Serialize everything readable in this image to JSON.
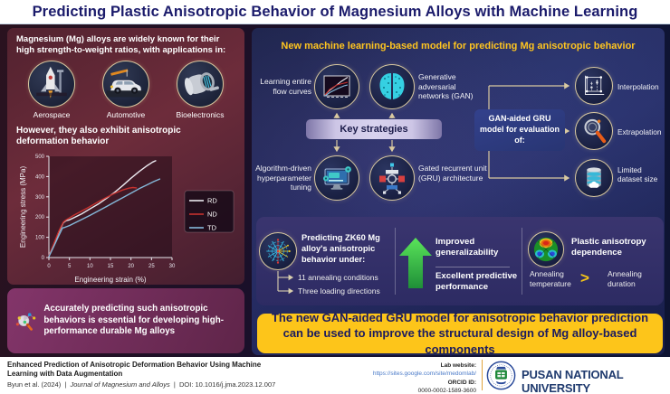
{
  "title": "Predicting Plastic Anisotropic Behavior of Magnesium Alloys with Machine Learning",
  "left": {
    "intro": "Magnesium (Mg) alloys are widely known for their high strength-to-weight ratios, with applications in:",
    "applications": [
      {
        "label": "Aerospace",
        "icon": "rocket-icon"
      },
      {
        "label": "Automotive",
        "icon": "car-icon"
      },
      {
        "label": "Bioelectronics",
        "icon": "mri-device-icon"
      }
    ],
    "problem": "However, they also exhibit anisotropic deformation behavior",
    "callout": "Accurately predicting such anisotropic behaviors is essential for developing high-performance durable Mg alloys",
    "callout_icon": "magnifier-network-icon"
  },
  "chart_data": {
    "type": "line",
    "xlabel": "Engineering strain (%)",
    "ylabel": "Engineering stress (MPa)",
    "xlim": [
      0,
      30
    ],
    "ylim": [
      0,
      500
    ],
    "xticks": [
      0,
      5,
      10,
      15,
      20,
      25,
      30
    ],
    "yticks": [
      0,
      100,
      200,
      300,
      400,
      500
    ],
    "grid": false,
    "legend_position": "right",
    "series": [
      {
        "name": "RD",
        "color": "#eceaf0",
        "points": [
          [
            0,
            8
          ],
          [
            1.2,
            65
          ],
          [
            2.4,
            125
          ],
          [
            3.5,
            172
          ],
          [
            4.2,
            182
          ],
          [
            5,
            186
          ],
          [
            6,
            196
          ],
          [
            8,
            216
          ],
          [
            10,
            240
          ],
          [
            12,
            264
          ],
          [
            14,
            292
          ],
          [
            16,
            322
          ],
          [
            18,
            356
          ],
          [
            20,
            392
          ],
          [
            22,
            425
          ],
          [
            24,
            455
          ],
          [
            25.3,
            472
          ],
          [
            26,
            478
          ]
        ]
      },
      {
        "name": "ND",
        "color": "#c5312e",
        "points": [
          [
            0,
            8
          ],
          [
            1.2,
            68
          ],
          [
            2.4,
            130
          ],
          [
            3.5,
            175
          ],
          [
            4.2,
            186
          ],
          [
            5,
            196
          ],
          [
            6,
            208
          ],
          [
            8,
            230
          ],
          [
            10,
            252
          ],
          [
            12,
            275
          ],
          [
            14,
            297
          ],
          [
            16,
            317
          ],
          [
            18,
            334
          ],
          [
            19.5,
            343
          ],
          [
            20.5,
            346
          ],
          [
            21.3,
            344
          ]
        ]
      },
      {
        "name": "TD",
        "color": "#85b9da",
        "points": [
          [
            0,
            5
          ],
          [
            1.2,
            55
          ],
          [
            2.4,
            108
          ],
          [
            3.3,
            146
          ],
          [
            4,
            150
          ],
          [
            5,
            158
          ],
          [
            6,
            168
          ],
          [
            8,
            188
          ],
          [
            10,
            208
          ],
          [
            12,
            230
          ],
          [
            14,
            252
          ],
          [
            16,
            274
          ],
          [
            18,
            296
          ],
          [
            20,
            318
          ],
          [
            22,
            340
          ],
          [
            24,
            360
          ],
          [
            25.5,
            375
          ],
          [
            27,
            388
          ]
        ]
      }
    ]
  },
  "right": {
    "heading": "New machine learning-based model for predicting Mg anisotropic behavior",
    "strategies": {
      "bar_label": "Key strategies",
      "items": [
        {
          "label": "Learning entire flow curves",
          "icon": "flow-curves-icon"
        },
        {
          "label": "Generative adversarial networks (GAN)",
          "icon": "gan-brain-icon"
        },
        {
          "label": "Algorithm-driven hyperparameter tuning",
          "icon": "hyperparameter-computer-icon"
        },
        {
          "label": "Gated recurrent unit (GRU) architecture",
          "icon": "gru-architecture-icon"
        }
      ]
    },
    "evaluation": {
      "box_label": "GAN-aided GRU model for evaluation of:",
      "items": [
        {
          "label": "Interpolation",
          "icon": "interpolation-icon"
        },
        {
          "label": "Extrapolation",
          "icon": "extrapolation-magnifier-icon"
        },
        {
          "label": "Limited dataset size",
          "icon": "database-icon"
        }
      ]
    },
    "results": {
      "prediction": {
        "icon": "radial-network-icon",
        "heading": "Predicting ZK60 Mg alloy's anisotropic behavior under:",
        "bullets": [
          "11 annealing conditions",
          "Three loading directions"
        ]
      },
      "performance": {
        "icon": "green-up-arrow-icon",
        "line1": "Improved generalizability",
        "line2": "Excellent predictive performance"
      },
      "dependence": {
        "icon": "contour-pole-figure-icon",
        "heading": "Plastic anisotropy dependence",
        "greater": "Annealing temperature",
        "gt_symbol": ">",
        "less": "Annealing duration"
      }
    },
    "banner": "The new GAN-aided GRU model for anisotropic behavior prediction can be used to improve the structural design of Mg alloy-based components"
  },
  "footer": {
    "paper_title": "Enhanced Prediction of Anisotropic Deformation Behavior Using Machine Learning with Data Augmentation",
    "citation_authors": "Byun et al. (2024)",
    "separator": "|",
    "citation_journal": "Journal of Magnesium and Alloys",
    "citation_doi": "DOI: 10.1016/j.jma.2023.12.007",
    "lab_website_label": "Lab website:",
    "lab_website_url": "https://sites.google.com/site/medomlab/",
    "orcid_label": "ORCID ID:",
    "orcid_value": "0000-0002-1589-3600",
    "university": "PUSAN NATIONAL UNIVERSITY",
    "university_logo": "pnu-seal-icon"
  },
  "colors": {
    "title_text": "#1b1b6b",
    "accent_yellow": "#ffc51f",
    "banner_bg": "#fdc51a",
    "banner_text": "#1b1b60",
    "circle_ring": "#d9c9a0",
    "green_arrow": "#3ecb4a"
  }
}
